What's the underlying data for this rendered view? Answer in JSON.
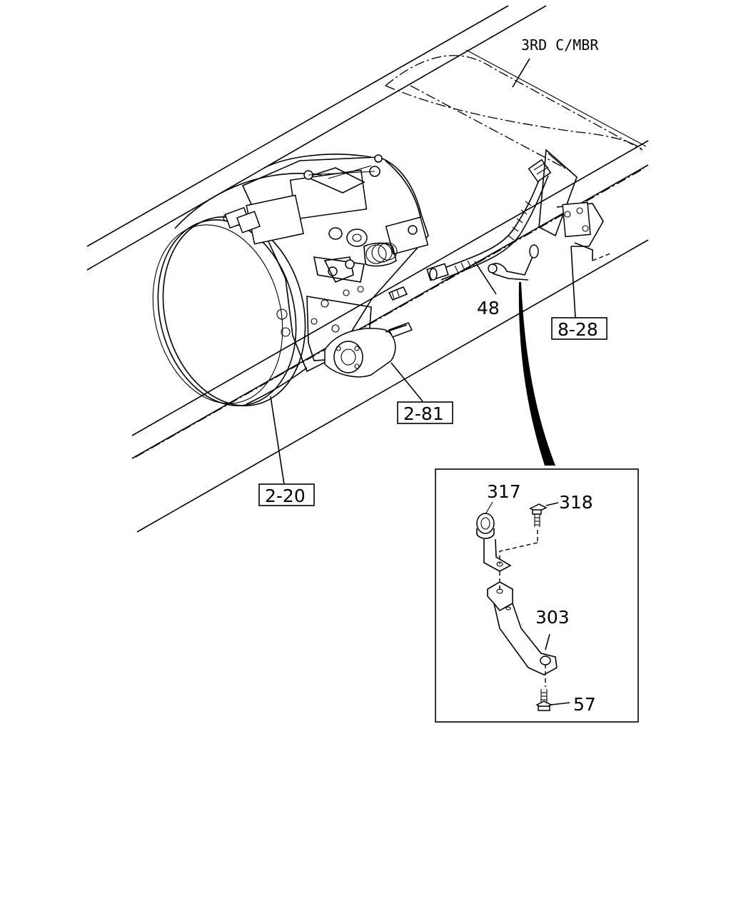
{
  "callouts": {
    "member": "3RD C/MBR",
    "hose": "48",
    "ref_valve": "8-28",
    "ref_cylinder": "2-81",
    "ref_transmission": "2-20"
  },
  "detail": {
    "clip": "317",
    "bolt_upper": "318",
    "bracket": "303",
    "bolt_lower": "57"
  }
}
